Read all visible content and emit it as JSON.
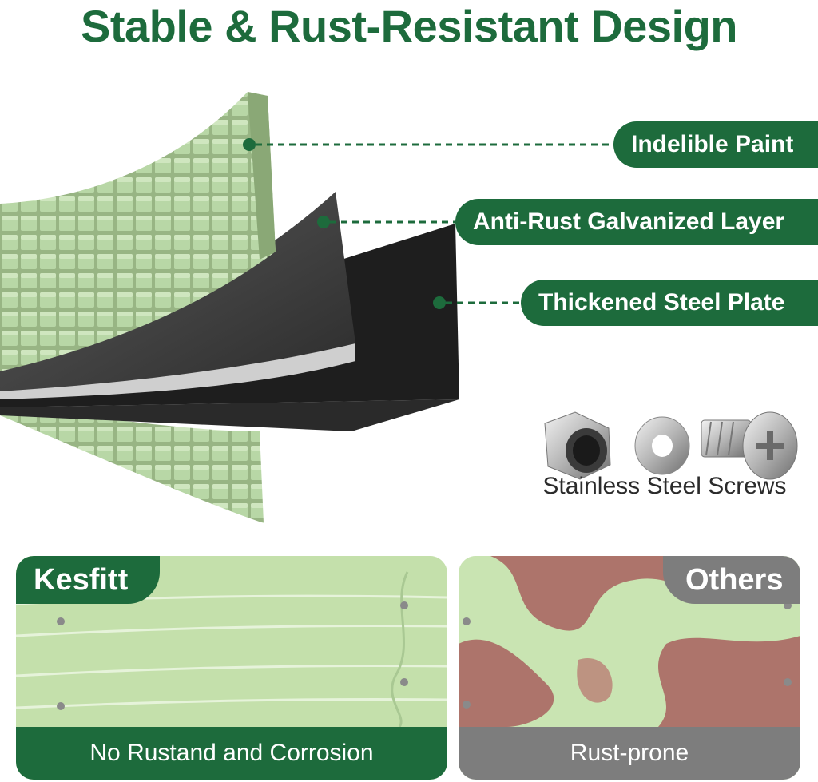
{
  "title": "Stable & Rust-Resistant Design",
  "callouts": {
    "paint": "Indelible Paint",
    "galvanized": "Anti-Rust Galvanized Layer",
    "steel": "Thickened Steel Plate"
  },
  "screws": {
    "label": "Stainless Steel Screws",
    "icons": [
      "cap-nut-icon",
      "washer-icon",
      "bolt-icon"
    ]
  },
  "comparison": {
    "ours": {
      "tag": "Kesfitt",
      "caption": "No Rustand and Corrosion"
    },
    "others": {
      "tag": "Others",
      "caption": "Rust-prone"
    }
  },
  "colors": {
    "brand_green": "#1d6b3c",
    "sage_green": "#b8d7a6",
    "panel_light_green": "#c9e4b2",
    "gray_tag": "#7d7d7d",
    "rust": "#a8605e",
    "steel_dark": "#1e1e1e"
  }
}
